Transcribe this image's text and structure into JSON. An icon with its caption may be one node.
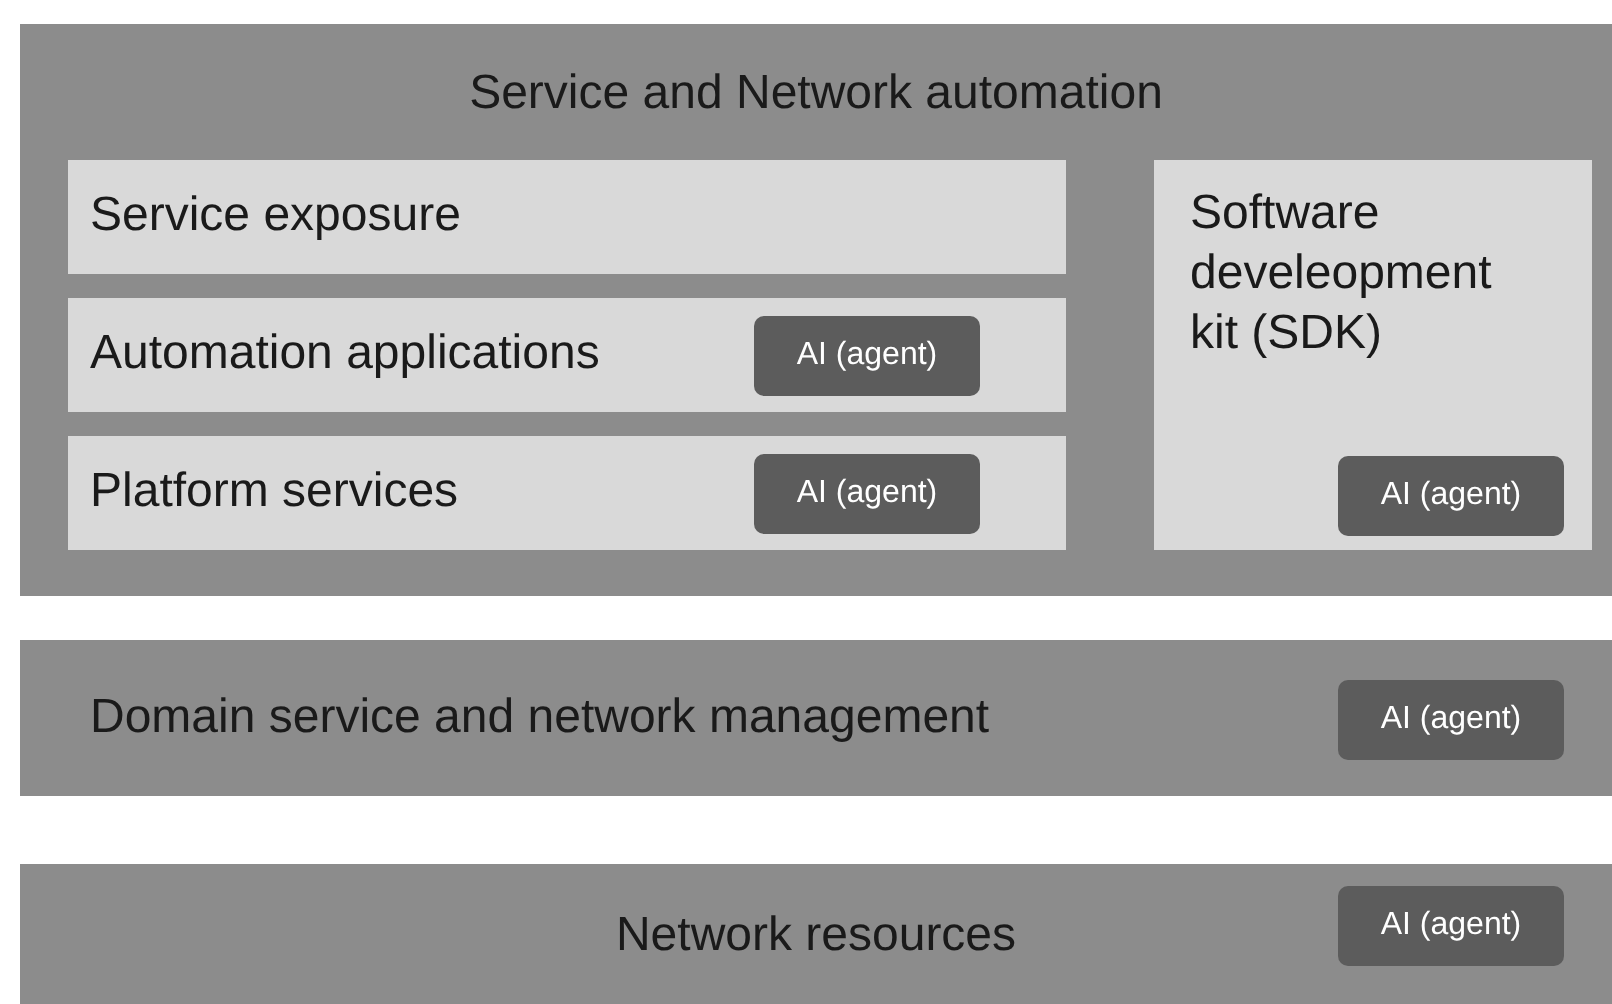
{
  "diagram": {
    "nodes": [
      {
        "text": [
          "Service and Network automation"
        ]
      },
      {
        "text": [
          "Service exposure"
        ],
        "in": 0
      },
      {
        "text": [
          "Automation applications"
        ],
        "in": 0
      },
      {
        "text": [
          "AI (agent)"
        ],
        "in": 2
      },
      {
        "text": [
          "Platform services"
        ],
        "in": 0
      },
      {
        "text": [
          "AI (agent)"
        ],
        "in": 4
      },
      {
        "text": [
          "Software develeopment kit (SDK)"
        ],
        "in": 0
      },
      {
        "text": [
          "AI (agent)"
        ],
        "in": 6
      },
      {
        "text": [
          "Domain service and network management"
        ]
      },
      {
        "text": [
          "AI (agent)"
        ],
        "in": 8
      },
      {
        "text": [
          "Network resources"
        ]
      },
      {
        "text": [
          "AI (agent)"
        ],
        "in": 10
      }
    ]
  }
}
